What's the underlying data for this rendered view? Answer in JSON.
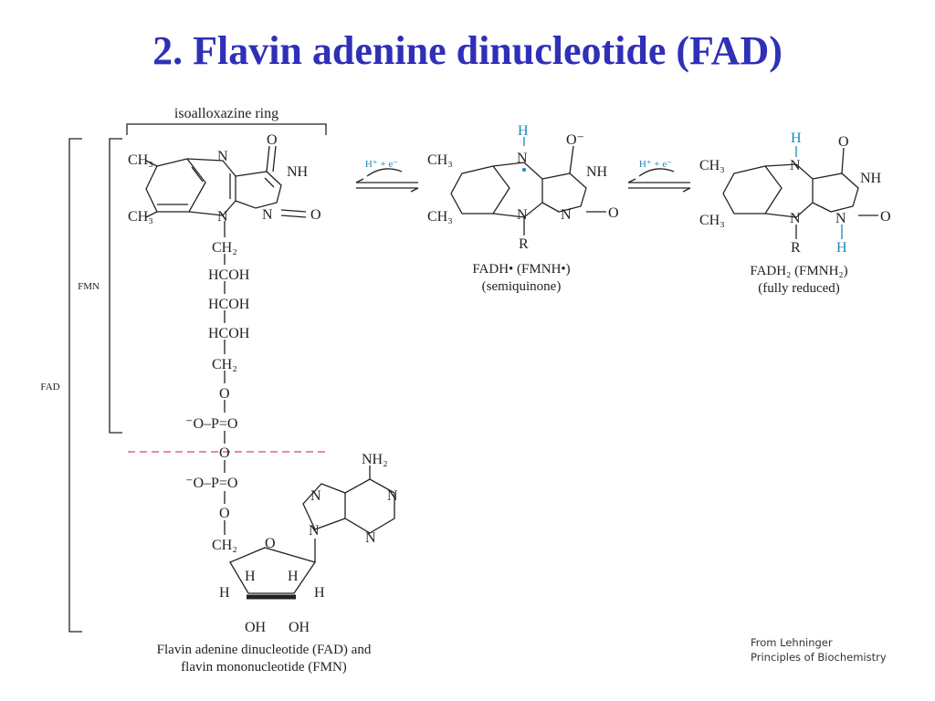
{
  "title": "2. Flavin adenine dinucleotide (FAD)",
  "brackets": {
    "top": "isoalloxazine ring",
    "fmn": "FMN",
    "fad": "FAD"
  },
  "reaction": {
    "arrow1": "H⁺ + e⁻",
    "arrow2": "H⁺ + e⁻"
  },
  "fad_structure": {
    "ch3": "CH₃",
    "n": "N",
    "o": "O",
    "nh": "NH",
    "ch2": "CH₂",
    "hcoh": "HCOH",
    "o_minus_p": "⁻O–P=O",
    "nh2": "NH₂",
    "h": "H",
    "oh": "OH",
    "r": "R",
    "o_minus": "O⁻"
  },
  "captions": {
    "fad": [
      "Flavin adenine dinucleotide (FAD) and",
      "flavin mononucleotide (FMN)"
    ],
    "semiquinone": [
      "FADH• (FMNH•)",
      "(semiquinone)"
    ],
    "reduced": [
      "FADH₂ (FMNH₂)",
      "(fully reduced)"
    ]
  },
  "credit": [
    "From Lehninger",
    "Principles of Biochemistry"
  ],
  "colors": {
    "title": "#2f2fb8",
    "hydrogen": "#1a86b8",
    "divider": "#e0609a"
  }
}
